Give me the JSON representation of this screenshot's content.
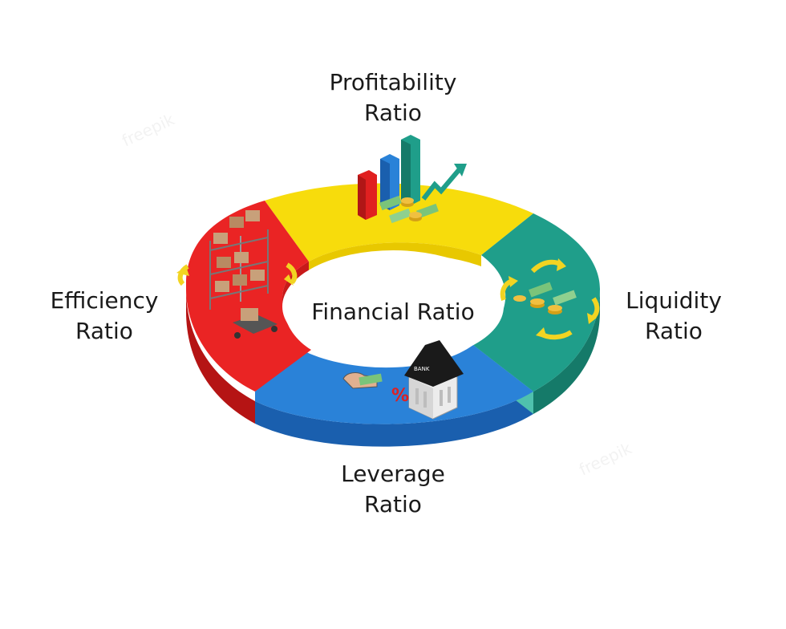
{
  "diagram": {
    "center_label": "Financial Ratio",
    "segments": [
      {
        "id": "profitability",
        "line1": "Profitability",
        "line2": "Ratio",
        "color": "#f7dc0c",
        "side_color": "#e0c200"
      },
      {
        "id": "liquidity",
        "line1": "Liquidity",
        "line2": "Ratio",
        "color": "#1f9e8a",
        "side_color": "#157a69"
      },
      {
        "id": "leverage",
        "line1": "Leverage",
        "line2": "Ratio",
        "color": "#2a82d8",
        "side_color": "#1a5fae"
      },
      {
        "id": "efficiency",
        "line1": "Efficiency",
        "line2": "Ratio",
        "color": "#ea2424",
        "side_color": "#b51414"
      }
    ],
    "icons": {
      "profitability": "bar-chart-with-money-icon",
      "liquidity": "cycling-money-icon",
      "leverage": "bank-loan-icon",
      "efficiency": "warehouse-shelf-icon"
    },
    "bank_sign": "BANK",
    "watermark": "freepik"
  }
}
